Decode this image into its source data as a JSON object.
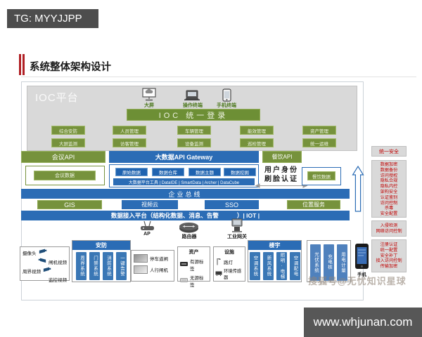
{
  "tg_badge": "TG: MYYJJPP",
  "page_title": "系统整体架构设计",
  "colors": {
    "green": "#76923C",
    "blue": "#2B6CB5",
    "dark_blue": "#1F63B0",
    "red_accent": "#C00000",
    "panel_gray": "#D9D9D9"
  },
  "ioc": {
    "title": "IOC平台",
    "terminals": [
      {
        "label": "大屏",
        "icon": "bigscreen-icon"
      },
      {
        "label": "操作终端",
        "icon": "laptop-icon"
      },
      {
        "label": "手机终端",
        "icon": "phone-terminal-icon"
      }
    ],
    "login_bar": "IOC 统一登录",
    "modules_row1": [
      "综合安防",
      "人员管理",
      "车辆管理",
      "能效管理",
      "资产管理"
    ],
    "modules_row2": [
      "大屏监测",
      "访客管理",
      "设备监测",
      "巡检管理",
      "统一运维"
    ]
  },
  "api_row": {
    "meeting": "会议API",
    "gateway": "大数据API Gateway",
    "catering": "餐饮API"
  },
  "data_layer": {
    "meeting_data": "会议数据",
    "bigdata_items": [
      "原始数据",
      "数据仓库",
      "数据主题",
      "数据挖掘"
    ],
    "bigdata_tools": "大数据平台工具 | DataIDE | SmartData | Archer | DataCube",
    "face_auth_line1": "用户身份",
    "face_auth_line2": "刷脸认证",
    "catering_data": "餐饮数据"
  },
  "bus": {
    "label": "企业总线",
    "services": [
      "GIS",
      "视频云",
      "SSO",
      "位置服务"
    ],
    "access_left": "数据接入平台（结构化数据、消息、告警",
    "access_right": "）| IOT |"
  },
  "network": {
    "ap": "AP",
    "router": "路由器",
    "gateway": "工业网关"
  },
  "edge": {
    "video_sources": [
      "摄像头",
      "闸机视频",
      "周界视频",
      "监控视频"
    ],
    "security": {
      "title": "安防",
      "items": [
        "周界系统",
        "门禁系统",
        "消防系统",
        "一键告警"
      ]
    },
    "gates": [
      "停车道闸",
      "人行闸机"
    ],
    "assets": {
      "title": "资产",
      "items": [
        "有源标签",
        "无源标签"
      ]
    },
    "facilities": {
      "title": "设施",
      "items": [
        "路灯",
        "环境传感器"
      ]
    },
    "building": {
      "title": "楼宇",
      "items": [
        "空调系统",
        "新风系统",
        "照明·电梯",
        "空调配电"
      ]
    },
    "power": [
      "光伏系统",
      "充电桩",
      "用电计量"
    ],
    "phone_label": "手机"
  },
  "security_column": {
    "title": "统一安全",
    "group1": [
      "数据加密",
      "数据备份",
      "访问授权",
      "隐私合规",
      "隐私内控",
      "架构安全",
      "认证鉴别",
      "访问控制",
      "杀毒",
      "安全配置"
    ],
    "group2": [
      "入侵检测",
      "网络访问控制"
    ],
    "group3": [
      "注册认证",
      "统一配置",
      "安全补丁",
      "接入访问控制",
      "传输加密"
    ]
  },
  "watermarks": {
    "sohu": "搜狐号@无忧知识星球",
    "site": "www.whjunan.com"
  }
}
